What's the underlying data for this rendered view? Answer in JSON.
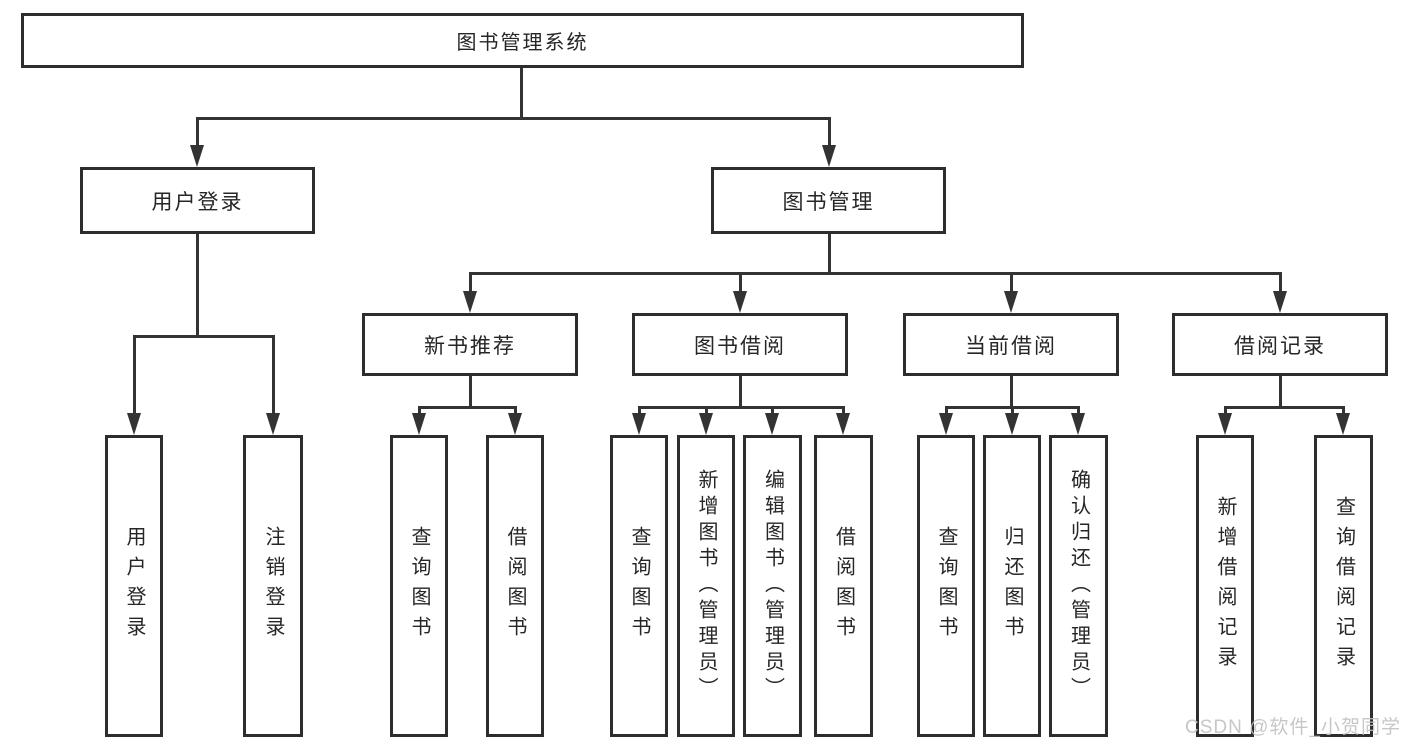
{
  "watermark": "CSDN @软件_小贺同学",
  "colors": {
    "line": "#333333",
    "box_border": "#2d2d2d",
    "text": "#262626",
    "watermark": "#c2c2c2",
    "background": "#ffffff"
  },
  "tree": {
    "root": {
      "label": "图书管理系统"
    },
    "branches": [
      {
        "label": "用户登录",
        "children": [
          {
            "label": "用户登录"
          },
          {
            "label": "注销登录"
          }
        ]
      },
      {
        "label": "图书管理",
        "children": [
          {
            "label": "新书推荐",
            "children": [
              {
                "label": "查询图书"
              },
              {
                "label": "借阅图书"
              }
            ]
          },
          {
            "label": "图书借阅",
            "children": [
              {
                "label": "查询图书"
              },
              {
                "label": "新增图书（管理员）"
              },
              {
                "label": "编辑图书（管理员）"
              },
              {
                "label": "借阅图书"
              }
            ]
          },
          {
            "label": "当前借阅",
            "children": [
              {
                "label": "查询图书"
              },
              {
                "label": "归还图书"
              },
              {
                "label": "确认归还（管理员）"
              }
            ]
          },
          {
            "label": "借阅记录",
            "children": [
              {
                "label": "新增借阅记录"
              },
              {
                "label": "查询借阅记录"
              }
            ]
          }
        ]
      }
    ]
  }
}
